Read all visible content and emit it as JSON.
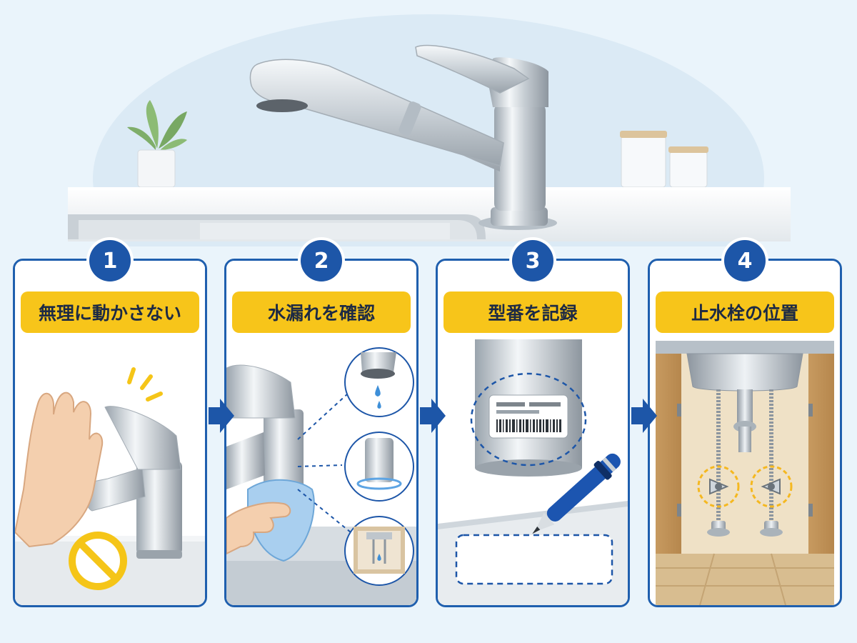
{
  "steps": [
    {
      "number": "1",
      "label": "無理に動かさない"
    },
    {
      "number": "2",
      "label": "水漏れを確認"
    },
    {
      "number": "3",
      "label": "型番を記録"
    },
    {
      "number": "4",
      "label": "止水栓の位置"
    }
  ],
  "colors": {
    "accent_blue": "#1d56a8",
    "label_yellow": "#f7c51a",
    "warning_yellow": "#f5c518",
    "background": "#eaf4fb"
  },
  "icons": [
    "hand-icon",
    "prohibited-icon",
    "faucet-icon",
    "water-drop-icon",
    "pen-icon",
    "shutoff-valve-icon",
    "arrow-right-icon"
  ]
}
